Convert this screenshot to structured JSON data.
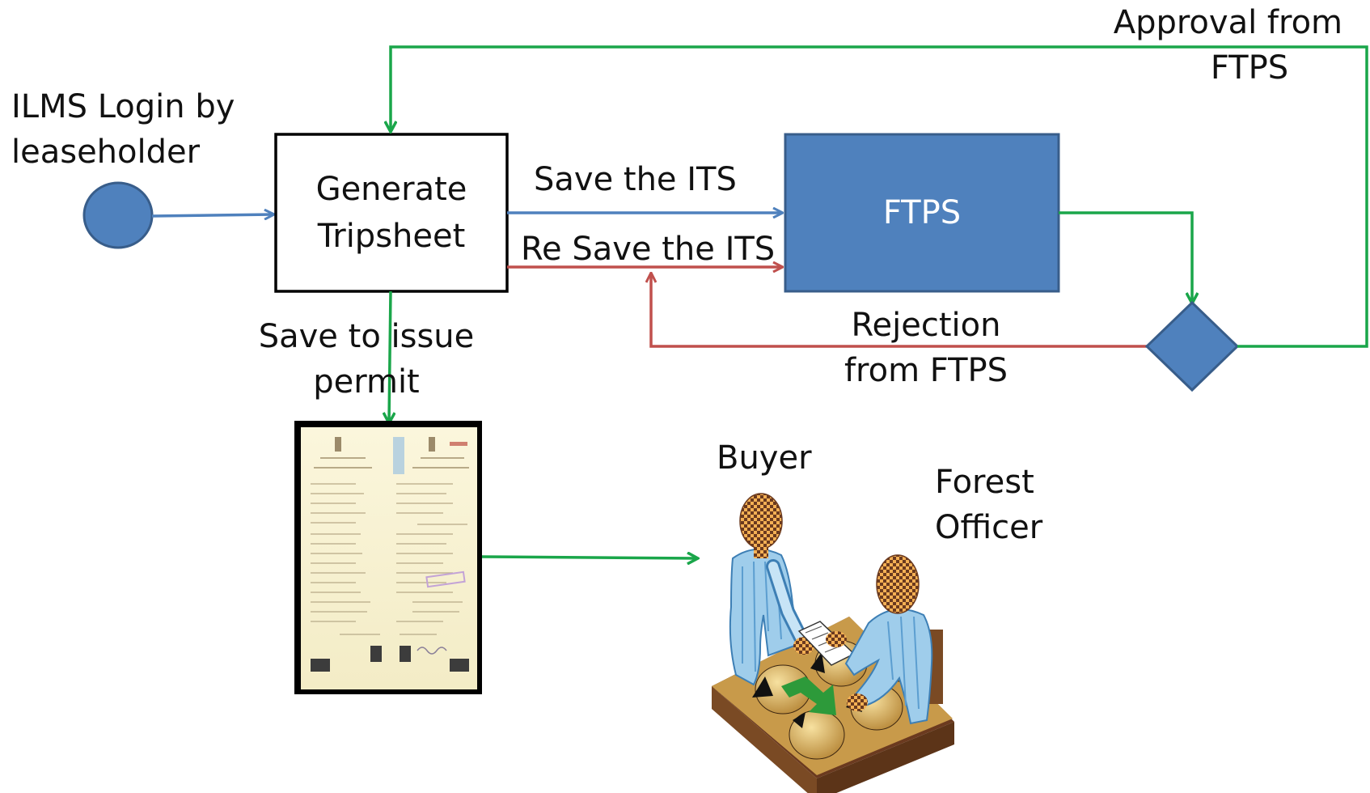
{
  "nodes": {
    "start_label": [
      "ILMS Login by",
      "leaseholder"
    ],
    "generate_label": [
      "Generate",
      "Tripsheet"
    ],
    "ftps_label": "FTPS"
  },
  "edges": {
    "save_its": "Save the ITS",
    "resave_its": "Re Save the ITS",
    "approval": [
      "Approval from",
      "FTPS"
    ],
    "rejection": [
      "Rejection",
      "from FTPS"
    ],
    "save_issue": [
      "Save to issue",
      "permit"
    ]
  },
  "people": {
    "buyer": "Buyer",
    "forest_officer": [
      "Forest",
      "Officer"
    ]
  },
  "colors": {
    "blue_flow": "#4f81bd",
    "red_flow": "#c0504d",
    "green_flow": "#1aa64a",
    "ftps_fill": "#4f81bd",
    "ftps_border": "#385d8a",
    "start_fill": "#4f81bd",
    "decision_fill": "#4f81bd"
  }
}
